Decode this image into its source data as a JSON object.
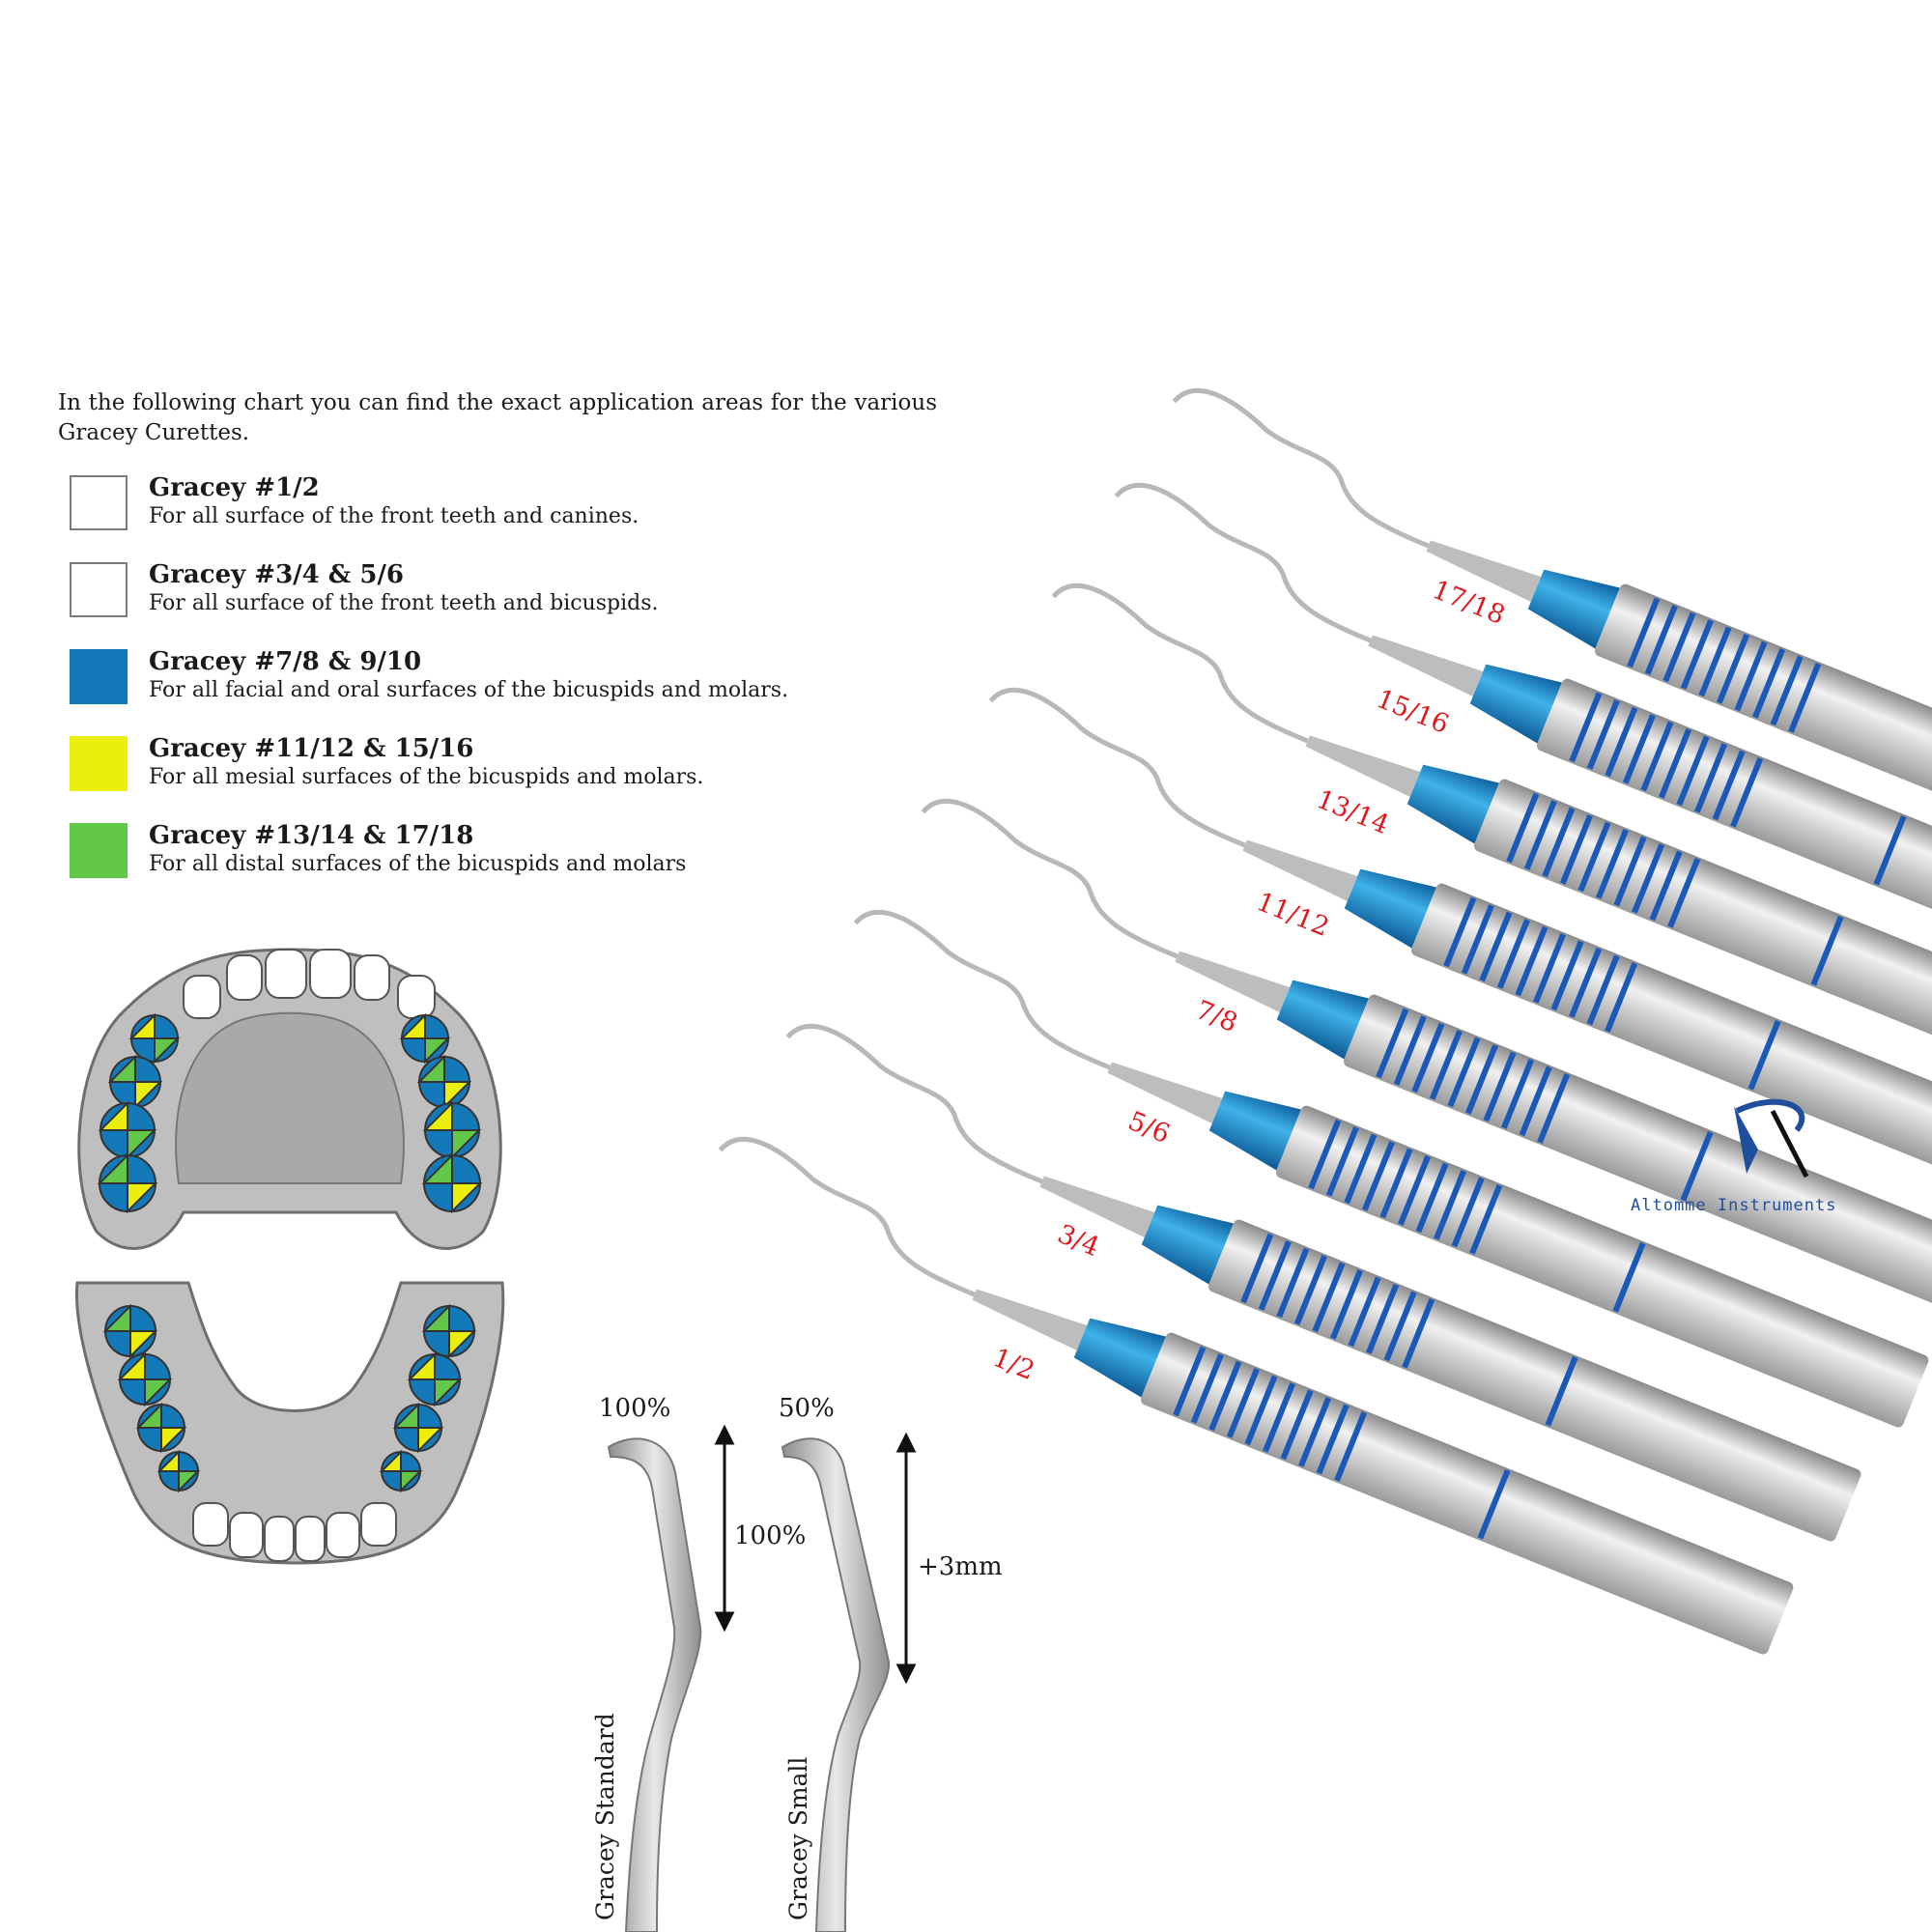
{
  "intro": "In the following chart you can find the exact application areas for the various Gracey Curettes.",
  "legend": [
    {
      "title": "Gracey #1/2",
      "desc": "For all surface of the front teeth and canines.",
      "color": "#ffffff"
    },
    {
      "title": "Gracey #3/4 & 5/6",
      "desc": "For all surface of the front teeth and bicuspids.",
      "color": "#ffffff"
    },
    {
      "title": "Gracey #7/8 & 9/10",
      "desc": "For all facial and oral surfaces of the bicuspids and molars.",
      "color": "#1479b8"
    },
    {
      "title": "Gracey #11/12 & 15/16",
      "desc": "For all mesial surfaces of the bicuspids and molars.",
      "color": "#ecee0e"
    },
    {
      "title": "Gracey #13/14 & 17/18",
      "desc": "For all distal surfaces of the bicuspids and molars",
      "color": "#63c84a"
    }
  ],
  "diagram": {
    "standard_top": "100%",
    "small_top": "50%",
    "standard_length": "100%",
    "small_length": "+3mm",
    "standard_name": "Gracey Standard",
    "small_name": "Gracey Small"
  },
  "instruments": [
    "17/18",
    "15/16",
    "13/14",
    "11/12",
    "7/8",
    "5/6",
    "3/4",
    "1/2"
  ],
  "brand": "Altomme Instruments",
  "colors": {
    "label_red": "#e0191f",
    "handle_blue": "#1f8fd0",
    "steel": "#c9c9c9"
  }
}
